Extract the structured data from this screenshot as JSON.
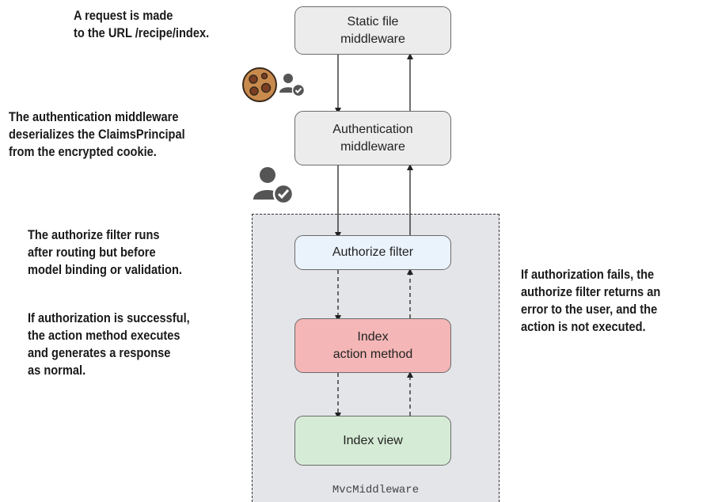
{
  "boxes": {
    "static_file": {
      "line1": "Static file",
      "line2": "middleware",
      "color": "#ececec"
    },
    "authentication": {
      "line1": "Authentication",
      "line2": "middleware",
      "color": "#ececec"
    },
    "authorize_filter": {
      "line1": "Authorize filter",
      "color": "#eaf3fc"
    },
    "index_action": {
      "line1": "Index",
      "line2": "action method",
      "color": "#f4b6b6"
    },
    "index_view": {
      "line1": "Index view",
      "color": "#d5ebd5"
    }
  },
  "region_label": "MvcMiddleware",
  "notes": {
    "request": [
      "A request is made",
      "to the URL /recipe/index."
    ],
    "auth_middleware": [
      "The authentication middleware",
      "deserializes the ClaimsPrincipal",
      "from the encrypted cookie."
    ],
    "authorize_filter": [
      "The authorize filter runs",
      "after routing but before",
      "model binding or validation."
    ],
    "success": [
      "If authorization is successful,",
      "the action method executes",
      "and generates a response",
      "as normal."
    ],
    "fail": [
      "If authorization fails, the",
      "authorize filter returns an",
      "error to the user, and the",
      "action is not executed."
    ]
  },
  "icons": [
    "cookie-icon",
    "user-check-icon"
  ]
}
